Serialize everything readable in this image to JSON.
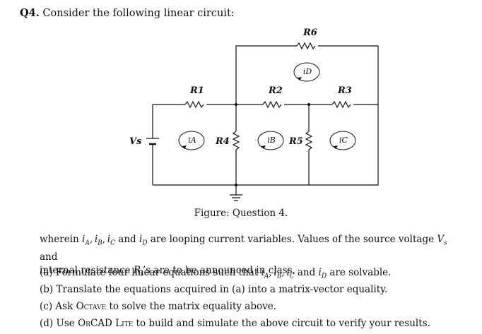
{
  "question": {
    "number": "Q4.",
    "prompt": "Consider the following linear circuit:"
  },
  "circuit": {
    "labels": {
      "source": "Vs",
      "r1": "R1",
      "r2": "R2",
      "r3": "R3",
      "r4": "R4",
      "r5": "R5",
      "r6": "R6",
      "loop_a": "iA",
      "loop_b": "iB",
      "loop_c": "iC",
      "loop_d": "iD"
    }
  },
  "figure": {
    "caption": "Figure: Question 4."
  },
  "text": {
    "para_line1_a": "wherein ",
    "para_line1_b": " are looping current variables. Values of the source voltage ",
    "para_line1_c": " and",
    "para_line2_a": "internal resistance ",
    "para_line2_b": "’s are to be announced in class.",
    "and": "and"
  },
  "items": {
    "a": {
      "label": "(a)",
      "text": "Formulate four linear equations such that",
      "tail": "are solvable."
    },
    "b": {
      "label": "(b)",
      "text": "Translate the equations acquired in (a) into a matrix-vector equality."
    },
    "c": {
      "label": "(c)",
      "pre": "Ask",
      "tool": "Octave",
      "post": "to solve the matrix equality above."
    },
    "d": {
      "label": "(d)",
      "pre": "Use",
      "tool": "OrCAD Lite",
      "post": "to build and simulate the above circuit to verify your results."
    }
  }
}
